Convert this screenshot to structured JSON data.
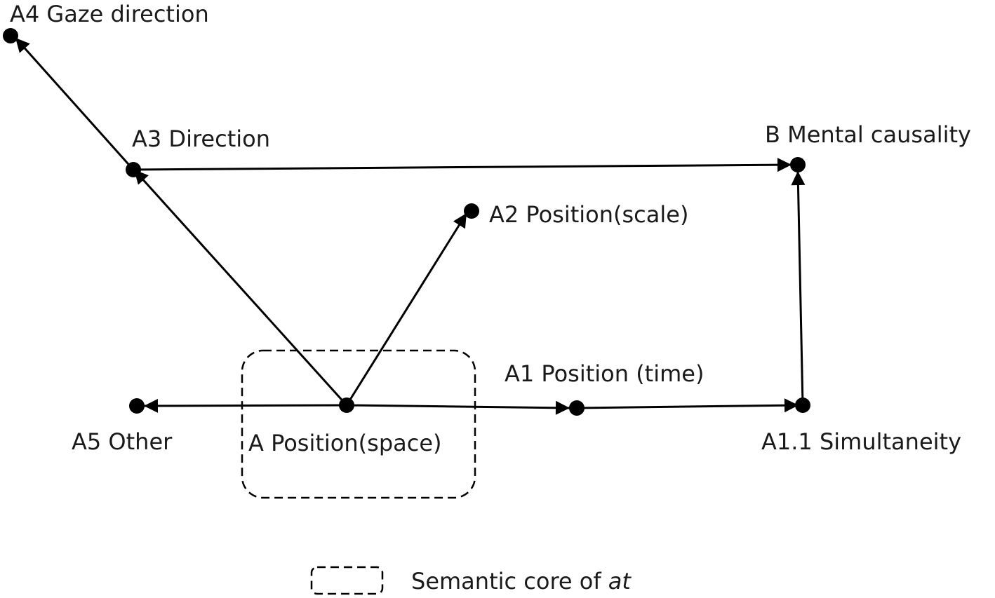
{
  "nodes": {
    "a4": {
      "label": "A4 Gaze direction"
    },
    "a3": {
      "label": "A3 Direction"
    },
    "b": {
      "label": "B Mental causality"
    },
    "a2": {
      "label": "A2 Position(scale)"
    },
    "a1": {
      "label": "A1 Position (time)"
    },
    "a5": {
      "label": "A5 Other"
    },
    "a": {
      "label": "A Position(space)"
    },
    "a11": {
      "label": "A1.1 Simultaneity"
    }
  },
  "edges": [
    {
      "from": "a",
      "to": "a3"
    },
    {
      "from": "a3",
      "to": "a4"
    },
    {
      "from": "a3",
      "to": "b"
    },
    {
      "from": "a",
      "to": "a2"
    },
    {
      "from": "a",
      "to": "a1"
    },
    {
      "from": "a1",
      "to": "a11"
    },
    {
      "from": "a11",
      "to": "b"
    },
    {
      "from": "a",
      "to": "a5"
    }
  ],
  "legend": {
    "text": "Semantic core of ",
    "emphasis": "at"
  },
  "colors": {
    "ink": "#000000",
    "background": "#ffffff"
  }
}
